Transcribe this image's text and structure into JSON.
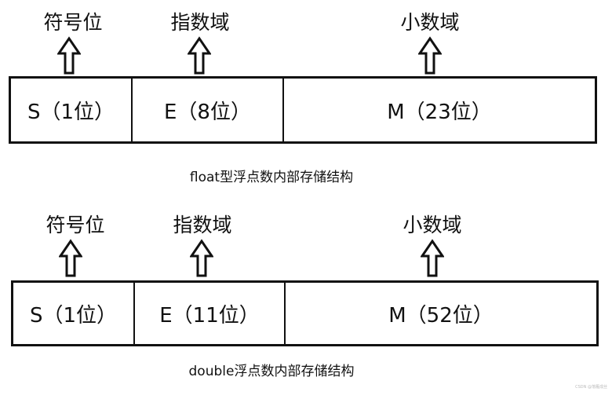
{
  "float_diagram": {
    "labels": {
      "sign": "符号位",
      "exponent": "指数域",
      "mantissa": "小数域"
    },
    "cells": {
      "sign": "S（1位）",
      "exponent": "E（8位）",
      "mantissa": "M（23位）"
    },
    "caption": "float型浮点数内部存储结构"
  },
  "double_diagram": {
    "labels": {
      "sign": "符号位",
      "exponent": "指数域",
      "mantissa": "小数域"
    },
    "cells": {
      "sign": "S（1位）",
      "exponent": "E（11位）",
      "mantissa": "M（52位）"
    },
    "caption": "double浮点数内部存储结构"
  },
  "watermark": "CSDN @落雁成丝"
}
